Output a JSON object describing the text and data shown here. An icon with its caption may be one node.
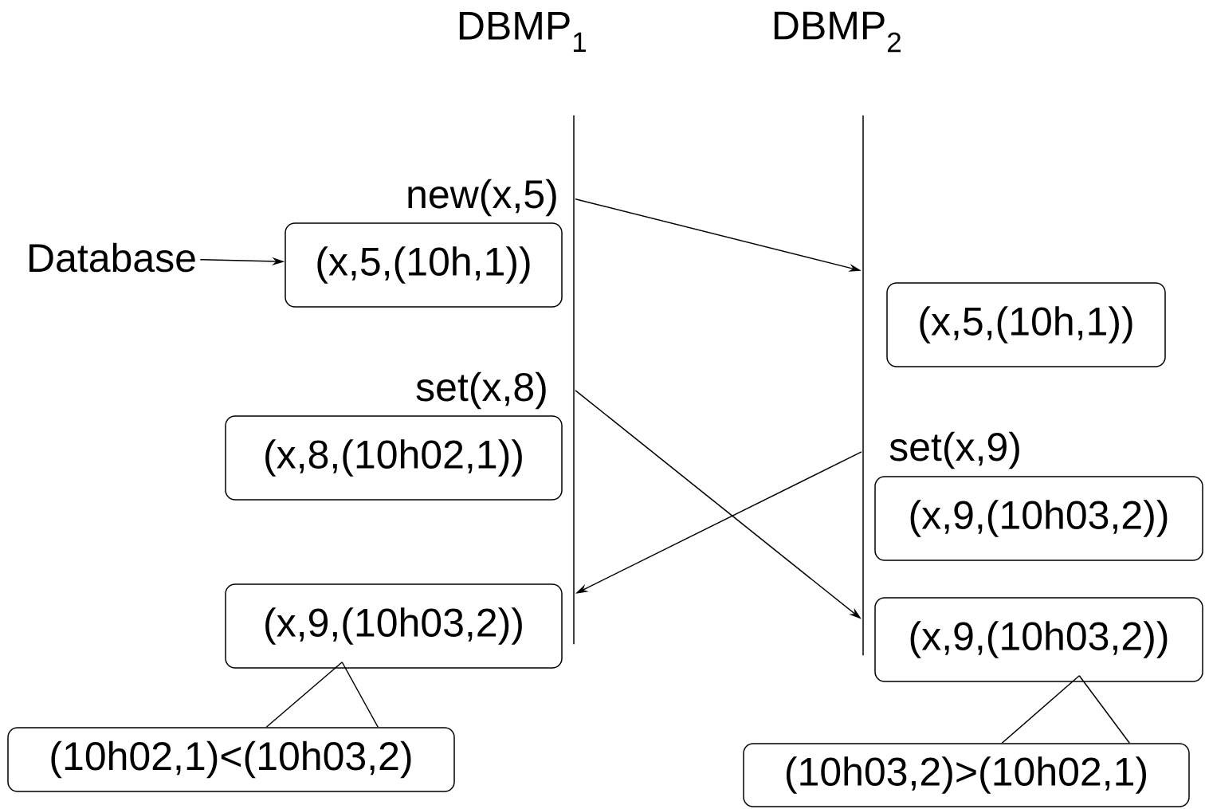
{
  "diagram": {
    "nodes": [
      {
        "text": [
          "DBMP$_{1}$"
        ]
      },
      {
        "text": [
          "DBMP$_{2}$"
        ]
      },
      {
        "text": [
          "Database"
        ]
      },
      {
        "text": [
          "(x,5,(10h,1))"
        ]
      },
      {
        "text": [
          "(x,5,(10h,1))"
        ]
      },
      {
        "text": [
          "(x,8,(10h02,1))"
        ]
      },
      {
        "text": [
          "(x,9,(10h03,2))"
        ]
      },
      {
        "text": [
          "(x,9,(10h03,2))"
        ]
      },
      {
        "text": [
          "(x,9,(10h03,2))"
        ]
      },
      {
        "text": [
          "(10h02,1)<(10h03,2)"
        ]
      },
      {
        "text": [
          "(10h03,2)>(10h02,1)"
        ]
      }
    ],
    "edges": [
      {
        "from": 2,
        "to": 3,
        "arrow": "to"
      },
      {
        "from": 0,
        "to": 1,
        "arrow": "to",
        "label": "new(x,5)"
      },
      {
        "from": 0,
        "to": 1,
        "arrow": "to",
        "label": "set(x,8)"
      },
      {
        "from": 1,
        "to": 0,
        "arrow": "to",
        "label": "set(x,9)"
      },
      {
        "from": 9,
        "to": 7,
        "arrow": "none"
      },
      {
        "from": 10,
        "to": 8,
        "arrow": "none"
      }
    ]
  }
}
